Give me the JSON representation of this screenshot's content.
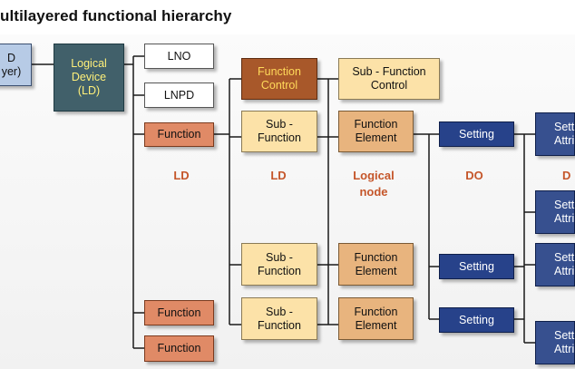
{
  "diagram": {
    "title": "ultilayered functional hierarchy",
    "boxes": {
      "ied": "D\nyer)",
      "logical_device": "Logical\nDevice\n(LD)",
      "lno": "LNO",
      "lnpd": "LNPD",
      "function_1": "Function",
      "function_2": "Function",
      "function_3": "Function",
      "function_control": "Function\nControl",
      "subfunction_control": "Sub - Function\nControl",
      "subfunction_1": "Sub -\nFunction",
      "subfunction_2": "Sub -\nFunction",
      "subfunction_3": "Sub -\nFunction",
      "function_element_1": "Function\nElement",
      "function_element_2": "Function\nElement",
      "function_element_3": "Function\nElement",
      "setting_1": "Setting",
      "setting_2": "Setting",
      "setting_3": "Setting",
      "attr_1": "Sett\nAttri",
      "attr_2": "Sett\nAttri",
      "attr_3": "Sett\nAttri",
      "attr_4": "Sett\nAttri"
    },
    "level_labels": {
      "ld_1": "LD",
      "ld_2": "LD",
      "logical_node": "Logical\nnode",
      "do": "DO",
      "da": "D"
    }
  }
}
